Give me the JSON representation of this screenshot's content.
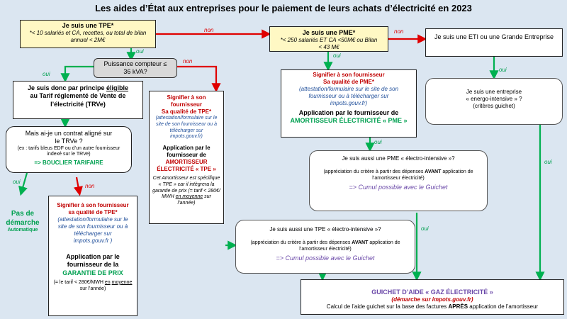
{
  "title": "Les aides d’État aux entreprises pour le paiement de leurs achats d’électricité en 2023",
  "colors": {
    "background": "#dbe6f1",
    "red_arrow": "#e00000",
    "green_arrow": "#00b050",
    "tpe_box": "#fff8c4"
  },
  "tpe": {
    "heading": "Je suis une TPE*",
    "detail": "*< 10 salariés et CA, recettes, ou total de bilan annuel < 2M€"
  },
  "pme": {
    "heading": "Je suis une  PME*",
    "detail": "*< 250 salariés ET CA <50M€ ou Bilan < 43 M€"
  },
  "eti": {
    "heading": "Je suis une ETI ou une Grande Entreprise"
  },
  "compteur": {
    "text": "Puissance compteur ≤ 36 kVA?"
  },
  "eligible": {
    "line1": "Je suis donc par principe",
    "line1_u": "éligible",
    "line2": "au Tarif réglementé de Vente de l’électricité (TRVe)"
  },
  "aligne": {
    "question": "Mais ai-je un contrat aligné sur le TRVe ?",
    "examples": "(ex : tarifs bleus EDF ou d’un autre fournisseur indexé sur le TRVe)",
    "result": "=> BOUCLIER TARIFAIRE"
  },
  "pas_demarche": {
    "line1": "Pas de",
    "line2": "démarche",
    "line3": "Automatique"
  },
  "garantie": {
    "signifier": "Signifier à son fournisseur sa qualité de TPE*",
    "attestation": "(attestation/formulaire  sur le site de son fournisseur ou à télécharger sur",
    "site": "impots.gouv.fr )",
    "app1": "Application par le fournisseur de la",
    "app2": "GARANTIE DE PRIX",
    "tarif": "(= le tarif <  280€/MWH",
    "en": "en",
    "moyenne": "moyenne",
    "annee": "sur l’année)"
  },
  "tpe_amort": {
    "signifier1": "Signifier à son fournisseur",
    "signifier2": "Sa qualité de TPE*",
    "attestation": "(attestation/formulaire sur le site de son fournisseur ou à télécharger sur",
    "site": "impots.gouv.fr)",
    "app1": "Application par le fournisseur de",
    "app2": "AMORTISSEUR ÉLECTRICITÉ « TPE »",
    "note1": "Cet Amortisseur  est spécifique « TPE » car il intègrera la garantie de prix (= tarif <  280€/ MWH",
    "note_u": "en moyenne",
    "note2": "sur l’année)"
  },
  "pme_amort": {
    "signifier1": "Signifier à son fournisseur",
    "signifier2": "Sa qualité de PME*",
    "attestation": "(attestation/formulaire  sur le site de son fournisseur ou à télécharger sur",
    "site": "impots.gouv.fr)",
    "app1": "Application par le fournisseur  de",
    "app2": "AMORTISSEUR ÉLECTRICITÉ  « PME »"
  },
  "energo": {
    "line1": "Je suis une entreprise",
    "line2": "« energo-intensive » ?",
    "line3": "(critères guichet)"
  },
  "pme_electro": {
    "question": "Je suis aussi une PME  « électro-intensive »?",
    "detail1": "(appréciation du critère à partir des dépenses",
    "detail_b": "AVANT",
    "detail2": "application de l’amortisseur électricité)",
    "cumul": "=> Cumul possible avec le Guichet"
  },
  "tpe_electro": {
    "question": "Je suis aussi une TPE  « électro-intensive »?",
    "detail1": "(appréciation du critère à partir des dépenses",
    "detail_b": "AVANT",
    "detail2": "application de l’amortisseur électricité)",
    "cumul": "=> Cumul possible avec le Guichet"
  },
  "guichet": {
    "title": "GUICHET D’AIDE « GAZ ÉLECTRICITÉ »",
    "demarche": "(démarche sur impots.gouv.fr)",
    "calcul1": "Calcul de l’aide guichet sur la base des factures",
    "calcul_b": "APRÈS",
    "calcul2": "application de l’amortisseur"
  },
  "labels": {
    "non": "non",
    "oui": "oui"
  }
}
